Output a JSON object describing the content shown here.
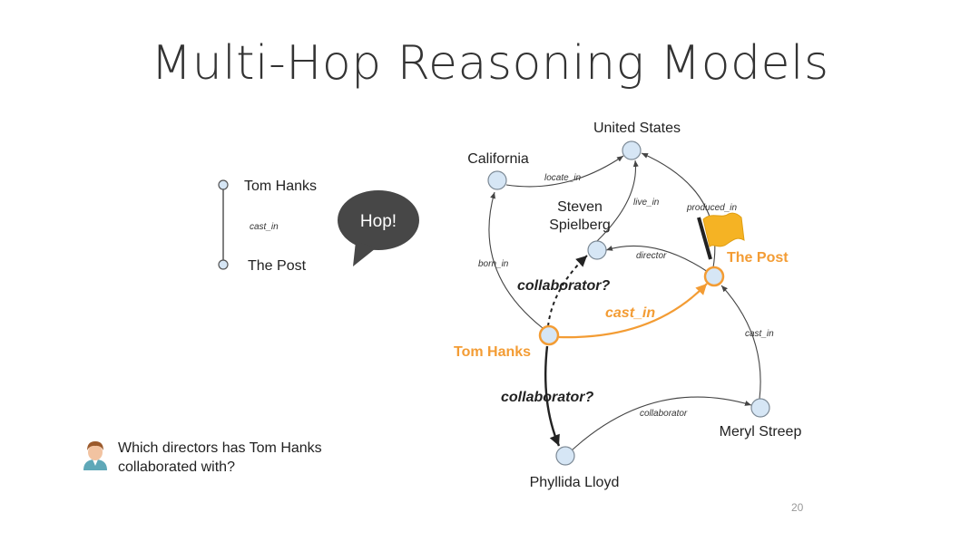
{
  "slide": {
    "title": "Multi-Hop Reasoning Models",
    "page_number": "20"
  },
  "left_example": {
    "top_node": "Tom Hanks",
    "relation": "cast_in",
    "bottom_node": "The Post",
    "bubble_text": "Hop!"
  },
  "question": {
    "text": "Which directors has Tom Hanks collaborated with?"
  },
  "graph": {
    "nodes": {
      "united_states": "United States",
      "california": "California",
      "steven_spielberg_line1": "Steven",
      "steven_spielberg_line2": "Spielberg",
      "the_post": "The Post",
      "tom_hanks": "Tom Hanks",
      "meryl_streep": "Meryl Streep",
      "phyllida_lloyd": "Phyllida Lloyd"
    },
    "edges": {
      "locate_in": "locate_in",
      "live_in": "live_in",
      "produced_in": "produced_in",
      "director": "director",
      "born_in": "born_in",
      "cast_in_orange": "cast_in",
      "cast_in": "cast_in",
      "collaborator": "collaborator",
      "collaborator_q1": "collaborator?",
      "collaborator_q2": "collaborator?"
    },
    "colors": {
      "node_fill": "#d6e6f5",
      "node_stroke": "#7d8a96",
      "highlight": "#f39c34",
      "bubble": "#474747"
    }
  }
}
